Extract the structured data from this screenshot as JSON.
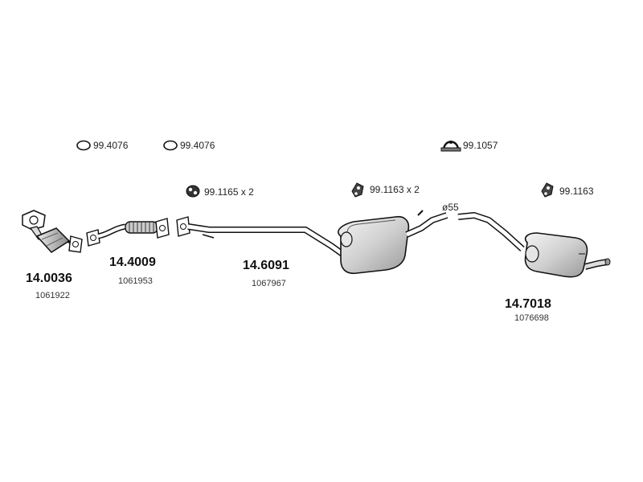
{
  "accessories": [
    {
      "label": "99.4076",
      "icon": "gasket-ring-icon"
    },
    {
      "label": "99.4076",
      "icon": "gasket-ring-icon"
    },
    {
      "label": "99.1057",
      "icon": "clamp-icon"
    },
    {
      "label": "99.1165 x 2",
      "icon": "rubber-mount-icon"
    },
    {
      "label": "99.1163 x 2",
      "icon": "hanger-icon"
    },
    {
      "label": "99.1163",
      "icon": "hanger-icon"
    }
  ],
  "diameter_label": "ø55",
  "parts": [
    {
      "number": "14.0036",
      "ref": "1061922",
      "icon": "catalytic-converter-icon"
    },
    {
      "number": "14.4009",
      "ref": "1061953",
      "icon": "flex-pipe-icon"
    },
    {
      "number": "14.6091",
      "ref": "1067967",
      "icon": "middle-muffler-icon"
    },
    {
      "number": "14.7018",
      "ref": "1076698",
      "icon": "rear-muffler-icon"
    }
  ]
}
